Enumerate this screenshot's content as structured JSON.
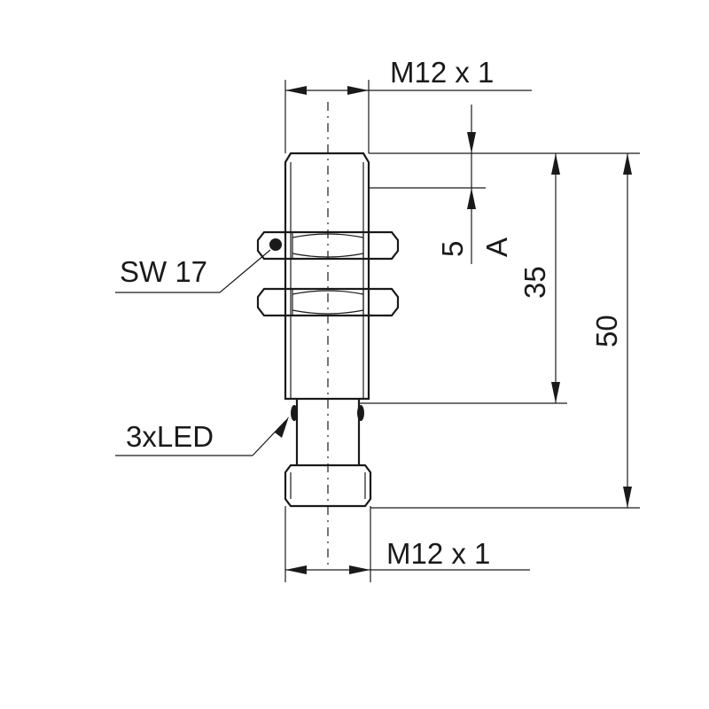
{
  "labels": {
    "thread_top": "M12 x 1",
    "thread_bottom": "M12 x 1",
    "wrench_size": "SW 17",
    "led": "3xLED",
    "dim_a_value": "5",
    "dim_a_letter": "A",
    "dim_body": "35",
    "dim_total": "50"
  }
}
